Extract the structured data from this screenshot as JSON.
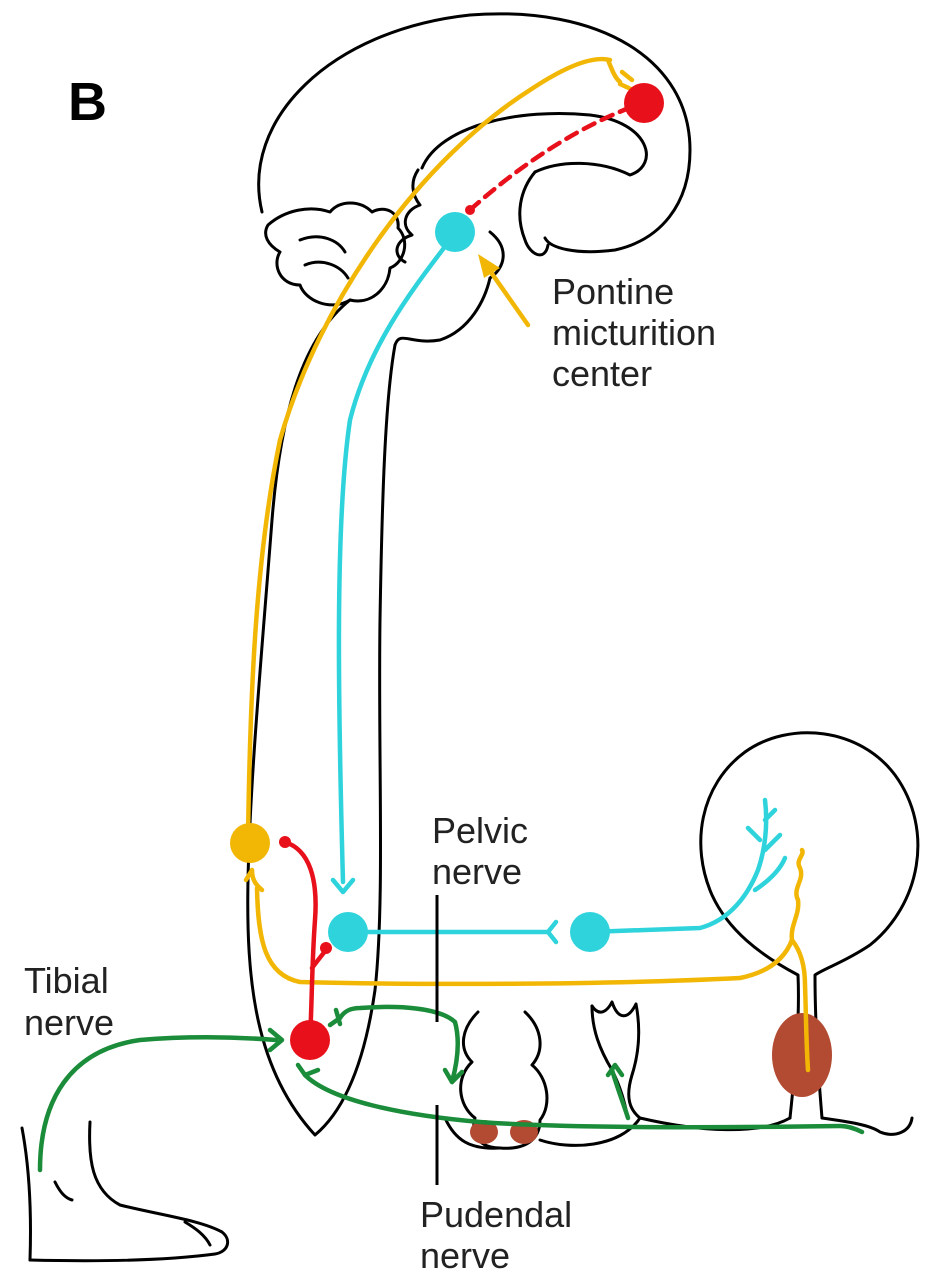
{
  "panel_letter": "B",
  "labels": {
    "pontine_line1": "Pontine",
    "pontine_line2": "micturition",
    "pontine_line3": "center",
    "pelvic_line1": "Pelvic",
    "pelvic_line2": "nerve",
    "tibial_line1": "Tibial",
    "tibial_line2": "nerve",
    "pudendal_line1": "Pudendal",
    "pudendal_line2": "nerve"
  },
  "colors": {
    "outline": "#000000",
    "afferent_yellow": "#f2b705",
    "efferent_cyan": "#2ed3dc",
    "inhibitory_red": "#e8101a",
    "tibial_green": "#1a8c3a",
    "sphincter_brown": "#b34a32"
  }
}
